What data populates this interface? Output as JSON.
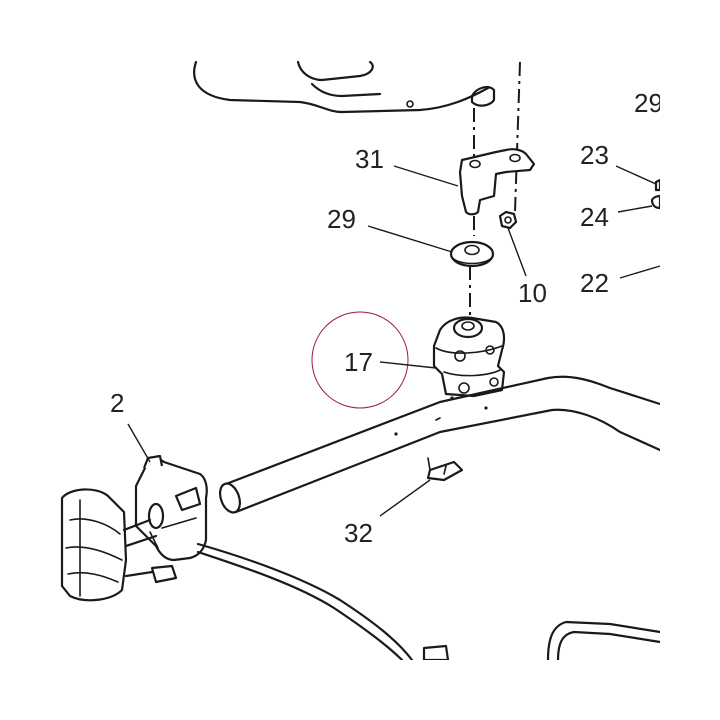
{
  "callouts": [
    {
      "id": "31",
      "label": "31"
    },
    {
      "id": "29",
      "label": "29"
    },
    {
      "id": "10",
      "label": "10"
    },
    {
      "id": "17",
      "label": "17"
    },
    {
      "id": "2",
      "label": "2"
    },
    {
      "id": "32",
      "label": "32"
    },
    {
      "id": "23",
      "label": "23"
    },
    {
      "id": "24",
      "label": "24"
    },
    {
      "id": "22",
      "label": "22"
    },
    {
      "id": "29b",
      "label": "29"
    }
  ],
  "colors": {
    "ink": "#1a1a1a",
    "highlight_ring": "#9b1b3a",
    "background": "#ffffff"
  }
}
